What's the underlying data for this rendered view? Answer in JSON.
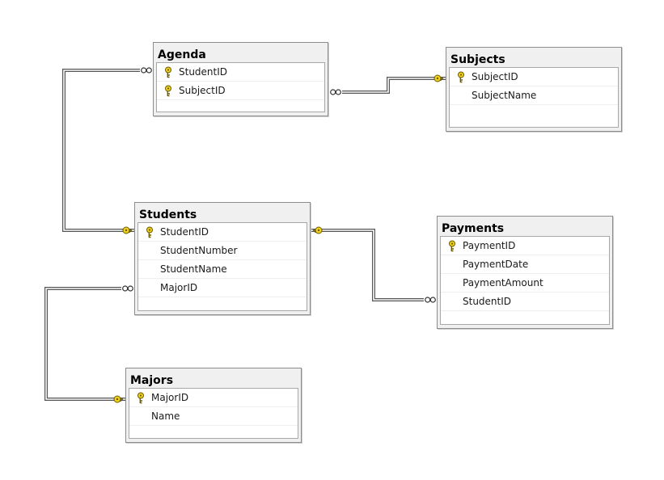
{
  "tables": {
    "agenda": {
      "title": "Agenda",
      "columns": [
        {
          "name": "StudentID",
          "primary_key": true
        },
        {
          "name": "SubjectID",
          "primary_key": true
        }
      ]
    },
    "subjects": {
      "title": "Subjects",
      "columns": [
        {
          "name": "SubjectID",
          "primary_key": true
        },
        {
          "name": "SubjectName",
          "primary_key": false
        }
      ]
    },
    "students": {
      "title": "Students",
      "columns": [
        {
          "name": "StudentID",
          "primary_key": true
        },
        {
          "name": "StudentNumber",
          "primary_key": false
        },
        {
          "name": "StudentName",
          "primary_key": false
        },
        {
          "name": "MajorID",
          "primary_key": false
        }
      ]
    },
    "payments": {
      "title": "Payments",
      "columns": [
        {
          "name": "PaymentID",
          "primary_key": true
        },
        {
          "name": "PaymentDate",
          "primary_key": false
        },
        {
          "name": "PaymentAmount",
          "primary_key": false
        },
        {
          "name": "StudentID",
          "primary_key": false
        }
      ]
    },
    "majors": {
      "title": "Majors",
      "columns": [
        {
          "name": "MajorID",
          "primary_key": true
        },
        {
          "name": "Name",
          "primary_key": false
        }
      ]
    }
  },
  "relationships": [
    {
      "from_table": "Students",
      "from_end": "key",
      "to_table": "Agenda",
      "to_end": "many"
    },
    {
      "from_table": "Subjects",
      "from_end": "key",
      "to_table": "Agenda",
      "to_end": "many"
    },
    {
      "from_table": "Majors",
      "from_end": "key",
      "to_table": "Students",
      "to_end": "many"
    },
    {
      "from_table": "Students",
      "from_end": "key",
      "to_table": "Payments",
      "to_end": "many"
    }
  ],
  "colors": {
    "key_fill": "#f2d21a",
    "key_stroke": "#6b5a00",
    "connector": "#555555",
    "table_header_bg": "#f0f0f0",
    "table_border": "#8c8c8c"
  }
}
